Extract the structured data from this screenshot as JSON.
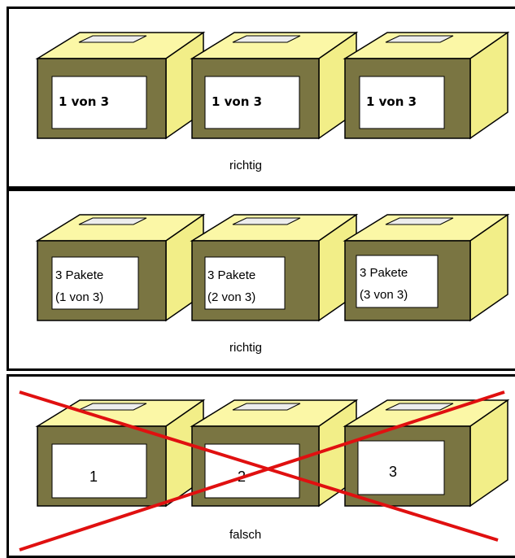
{
  "panels": [
    {
      "caption": "richtig",
      "labels": [
        [
          "1 von 3"
        ],
        [
          "1 von 3"
        ],
        [
          "1 von 3"
        ]
      ]
    },
    {
      "caption": "richtig",
      "labels": [
        [
          "3 Pakete",
          "(1 von 3)"
        ],
        [
          "3 Pakete",
          "(2 von 3)"
        ],
        [
          "3 Pakete",
          "(3 von 3)"
        ]
      ]
    },
    {
      "caption": "falsch",
      "labels": [
        [
          "1"
        ],
        [
          "2"
        ],
        [
          "3"
        ]
      ],
      "crossed_out": true
    }
  ],
  "colors": {
    "box_front": "#7a7542",
    "box_side": "#f2ee88",
    "box_top": "#fbf7a6",
    "box_top_opening": "#ededed",
    "label_bg": "#ffffff",
    "cross": "#e01010"
  }
}
